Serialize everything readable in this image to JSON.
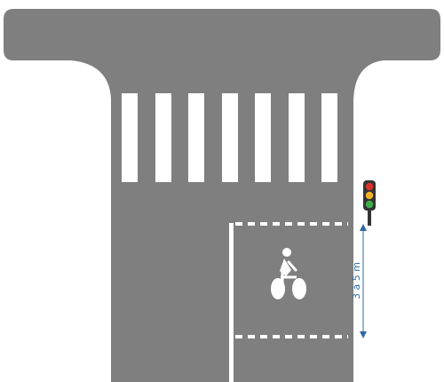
{
  "diagram": {
    "dimension_label": "3 à 5 m",
    "traffic_light": {
      "lamps": [
        {
          "name": "red-lamp",
          "color": "#d9342b"
        },
        {
          "name": "amber-lamp",
          "color": "#f0b323"
        },
        {
          "name": "green-lamp",
          "color": "#3fae49"
        }
      ]
    },
    "colors": {
      "road": "#7f7f7f",
      "marking": "#ffffff",
      "dimension": "#2d6aa3",
      "signal_body": "#333333"
    },
    "crosswalk_stripe_count": 7,
    "bicycle_symbol": "bicycle-icon"
  }
}
